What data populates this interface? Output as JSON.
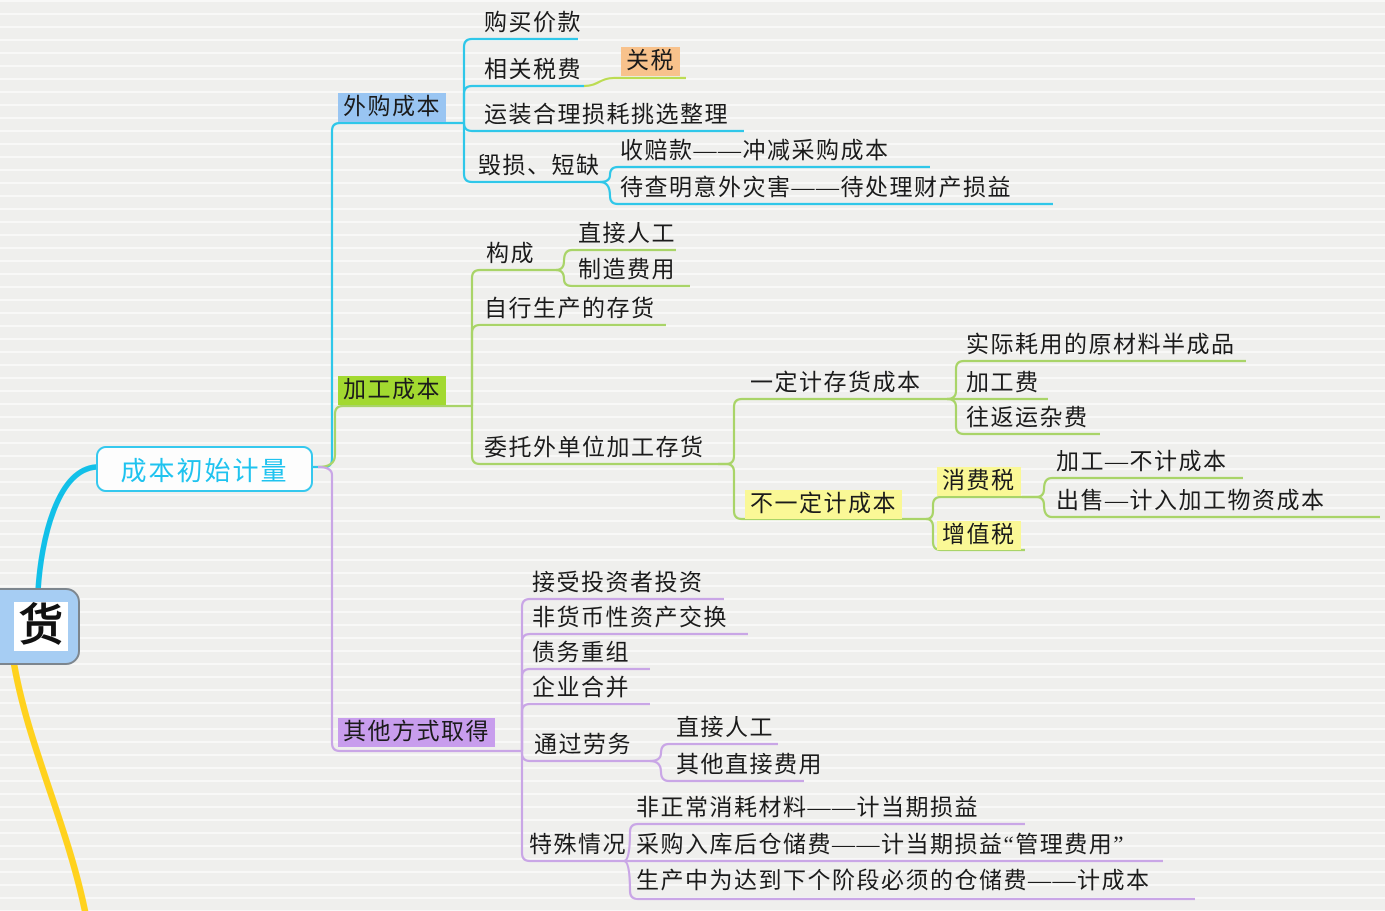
{
  "palette": {
    "background": "#f2f2f0",
    "branch_purchase_line": "#2fc7e9",
    "branch_processing_line": "#a9d468",
    "branch_other_line": "#c9a6e6",
    "tariff_line": "#bcdc52",
    "root_curve_up": "#12c0e8",
    "root_curve_down": "#ffd21e",
    "highlight_blue": "#99c5f2",
    "highlight_green": "#a2d930",
    "highlight_purple": "#c89ded",
    "highlight_yellow": "#faf896",
    "highlight_orange": "#f8c28c",
    "center_accent": "#29c5ee",
    "root_fill": "#a6cdf3",
    "text": "#1b1b1b"
  },
  "t": {
    "root": {
      "label": "货"
    },
    "center": {
      "label": "成本初始计量"
    },
    "branches": [
      {
        "label": "外购成本",
        "children": [
          {
            "label": "购买价款"
          },
          {
            "label": "相关税费",
            "children": [
              {
                "label": "关税"
              }
            ]
          },
          {
            "label": "运装合理损耗挑选整理"
          },
          {
            "label": "毁损、短缺",
            "children": [
              {
                "label": "收赔款——冲减采购成本"
              },
              {
                "label": "待查明意外灾害——待处理财产损益"
              }
            ]
          }
        ]
      },
      {
        "label": "加工成本",
        "children": [
          {
            "label": "构成",
            "children": [
              {
                "label": "直接人工"
              },
              {
                "label": "制造费用"
              }
            ]
          },
          {
            "label": "自行生产的存货"
          },
          {
            "label": "委托外单位加工存货",
            "children": [
              {
                "label": "一定计存货成本",
                "children": [
                  {
                    "label": "实际耗用的原材料半成品"
                  },
                  {
                    "label": "加工费"
                  },
                  {
                    "label": "往返运杂费"
                  }
                ]
              },
              {
                "label": "不一定计成本",
                "children": [
                  {
                    "label": "消费税",
                    "children": [
                      {
                        "label": "加工—不计成本"
                      },
                      {
                        "label": "出售—计入加工物资成本"
                      }
                    ]
                  },
                  {
                    "label": "增值税"
                  }
                ]
              }
            ]
          }
        ]
      },
      {
        "label": "其他方式取得",
        "children": [
          {
            "label": "接受投资者投资"
          },
          {
            "label": "非货币性资产交换"
          },
          {
            "label": "债务重组"
          },
          {
            "label": "企业合并"
          },
          {
            "label": "通过劳务",
            "children": [
              {
                "label": "直接人工"
              },
              {
                "label": "其他直接费用"
              }
            ]
          },
          {
            "label": "特殊情况",
            "children": [
              {
                "label": "非正常消耗材料——计当期损益"
              },
              {
                "label": "采购入库后仓储费——计当期损益“管理费用”"
              },
              {
                "label": "生产中为达到下个阶段必须的仓储费——计成本"
              }
            ]
          }
        ]
      }
    ]
  }
}
